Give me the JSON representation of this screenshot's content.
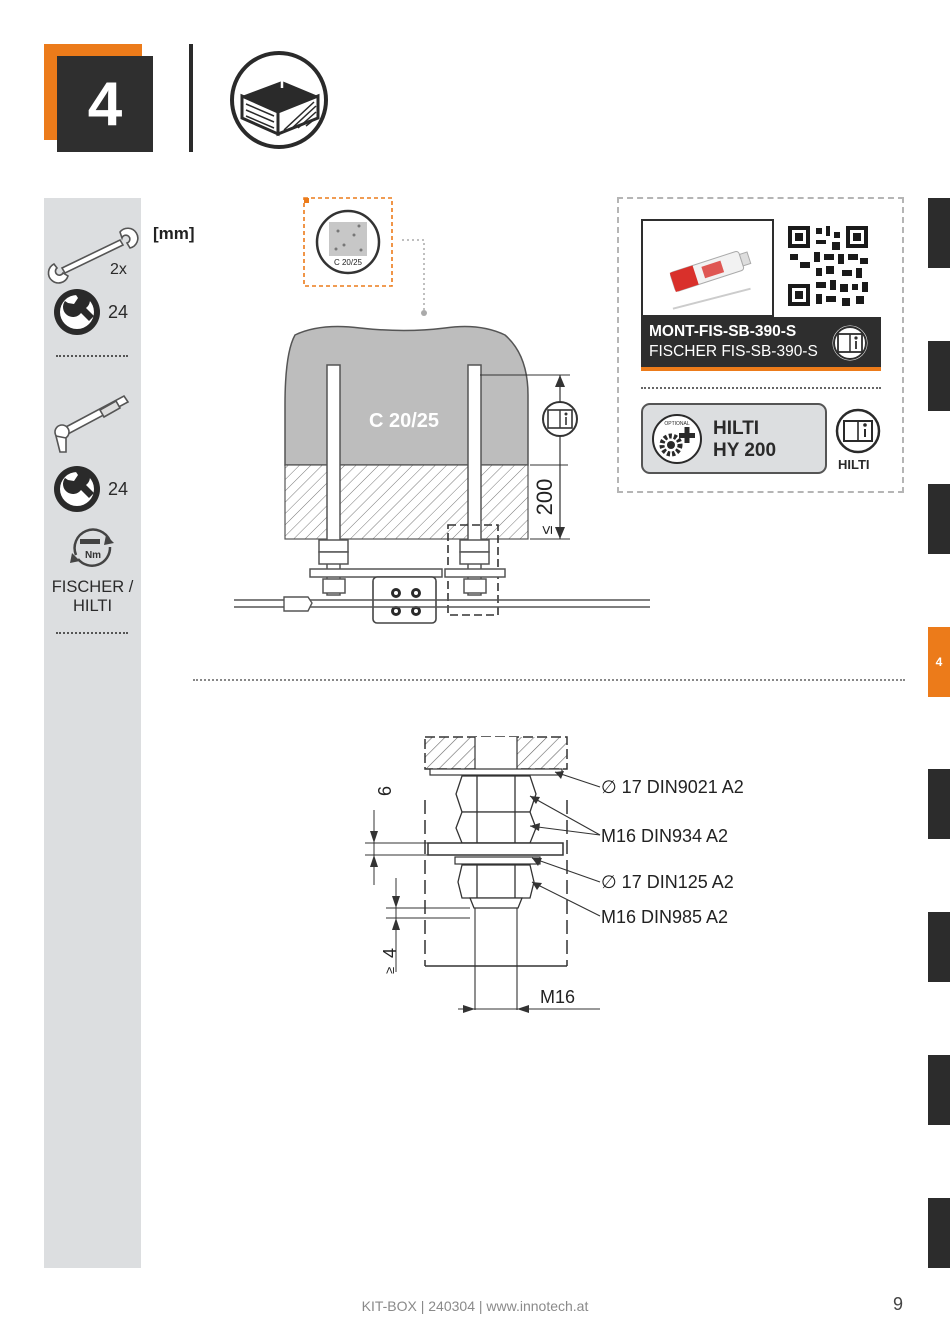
{
  "step": {
    "number": "4"
  },
  "tool_column": {
    "wrench_count": "2x",
    "wrench_size_1": "24",
    "wrench_size_2": "24",
    "torque_unit": "Nm",
    "torque_brand": "FISCHER /\nHILTI"
  },
  "drawing1": {
    "unit_label": "[mm]",
    "concrete_badge": "C 20/25",
    "concrete_label": "C 20/25",
    "depth_value": "200",
    "depth_prefix": "≤"
  },
  "product": {
    "name_bold": "MONT-FIS-SB-390-S",
    "name_regular": "FISCHER FIS-SB-390-S",
    "alternative_line1": "HILTI",
    "alternative_line2": "HY 200",
    "alternative_tag": "OPTIONAL",
    "manual_label": "HILTI"
  },
  "drawing2": {
    "dim_top": "6",
    "dim_bottom": "4",
    "dim_bottom_prefix": "≥",
    "bolt_size": "M16",
    "labels": [
      "∅ 17 DIN9021 A2",
      "M16 DIN934 A2",
      "∅ 17 DIN125 A2",
      "M16 DIN985 A2"
    ]
  },
  "side_tabs": {
    "active_label": "4"
  },
  "footer": {
    "text": "KIT-BOX | 240304 | www.innotech.at",
    "page": "9"
  },
  "colors": {
    "accent": "#ec7b1a",
    "dark": "#2f2f2f",
    "panel": "#dcdee0"
  },
  "icons": [
    "ceiling-mount-icon",
    "open-end-wrench-icon",
    "socket-wrench-icon",
    "torque-wrench-icon",
    "manual-book-icon",
    "qr-code",
    "cartridge-photo",
    "optional-gear-icon"
  ]
}
